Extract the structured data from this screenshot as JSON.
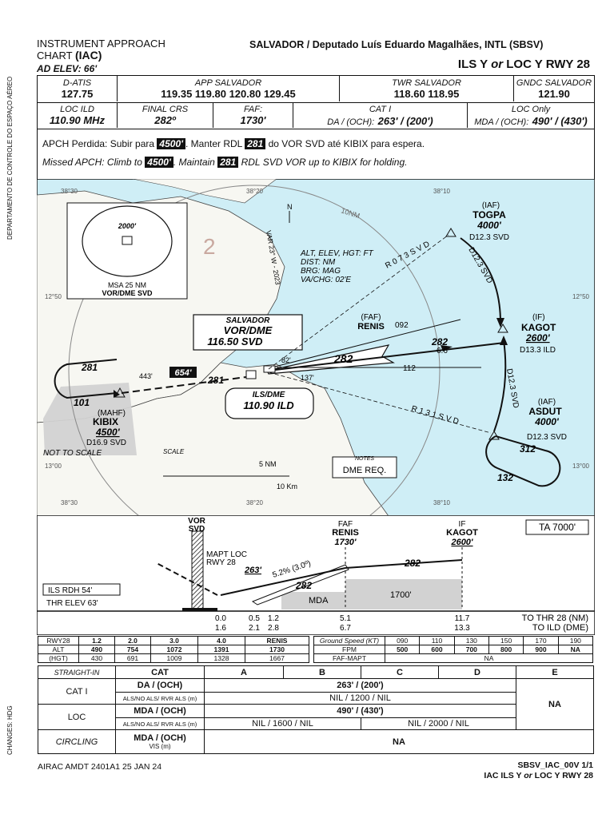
{
  "header": {
    "chart_type_line1": "INSTRUMENT APPROACH",
    "chart_type_line2": "CHART",
    "chart_abbrev": "(IAC)",
    "ad_elev": "AD ELEV: 66'",
    "airport": "SALVADOR / Deputado Luís Eduardo Magalhães, INTL (SBSV)",
    "procedure_ils": "ILS Y",
    "procedure_or": "or",
    "procedure_rest": "LOC Y RWY 28"
  },
  "side_text": {
    "left_top": "DEPARTAMENTO DE CONTROLE DO ESPAÇO AÉREO",
    "left_bottom": "CHANGES: HDG"
  },
  "comms": {
    "datis_label": "D-ATIS",
    "datis_value": "127.75",
    "app_label": "APP SALVADOR",
    "app_value": "119.35 119.80 120.80 129.45",
    "twr_label": "TWR SALVADOR",
    "twr_value": "118.60 118.95",
    "gndc_label": "GNDC SALVADOR",
    "gndc_value": "121.90"
  },
  "briefing": {
    "loc_label": "LOC ILD",
    "loc_value": "110.90 MHz",
    "crs_label": "FINAL CRS",
    "crs_value": "282º",
    "faf_label": "FAF:",
    "faf_value": "1730'",
    "cat_label": "CAT I",
    "cat_prefix": "DA / (OCH):",
    "cat_value": "263' / (200')",
    "loconly_label": "LOC Only",
    "loconly_prefix": "MDA / (OCH):",
    "loconly_value": "490' / (430')"
  },
  "missed": {
    "pt_1": "APCH Perdida: Subir para",
    "pt_alt": "4500'",
    "pt_2": ". Manter RDL",
    "pt_rdl": "281",
    "pt_3": "do VOR SVD até KIBIX para espera.",
    "en_1": "Missed APCH: Climb to",
    "en_alt": "4500'",
    "en_2": ". Maintain",
    "en_rdl": "281",
    "en_3": "RDL SVD VOR up to KIBIX for holding."
  },
  "plan": {
    "msa_alt": "2000'",
    "msa_label1": "MSA 25 NM",
    "msa_label2": "VOR/DME SVD",
    "var": "VAR 23° W - 2023",
    "north": "N",
    "legend": [
      "ALT, ELEV, HGT: FT",
      "DIST: NM",
      "BRG: MAG",
      "VA/CHG: 02'E"
    ],
    "ring": "10NM",
    "vor_title": "SALVADOR",
    "vor_name": "VOR/DME",
    "vor_freq": "116.50  SVD",
    "ils_title": "ILS/DME",
    "ils_freq": "110.90 ILD",
    "renis_role": "(FAF)",
    "renis": "RENIS",
    "togpa_role": "(IAF)",
    "togpa": "TOGPA",
    "togpa_alt": "4000'",
    "togpa_dist": "D12.3 SVD",
    "kagot_role": "(IF)",
    "kagot": "KAGOT",
    "kagot_alt": "2600'",
    "kagot_dist": "D13.3 ILD",
    "asdut_role": "(IAF)",
    "asdut": "ASDUT",
    "asdut_alt": "4000'",
    "asdut_dist": "D12.3 SVD",
    "kibix_role": "(MAHF)",
    "kibix": "KIBIX",
    "kibix_alt": "4500'",
    "kibix_dist": "D16.9 SVD",
    "not_to_scale": "NOT TO SCALE",
    "r073": "R 0 7 3  S V D",
    "r131": "R 1 3 1  S V D",
    "d123_top": "D12.3 SVD",
    "d123_bot": "D12.3 SVD",
    "hold_in": "281",
    "hold_out": "101",
    "obst": "443'",
    "ma_alt": "654'",
    "ma_crs": "281",
    "final_crs": "282",
    "final_crs2": "282",
    "dist66": "6.6",
    "brg092": "092",
    "brg112": "112",
    "obst82": "82'",
    "obst137": "137'",
    "hold312": "312",
    "hold132": "132",
    "scale_label": "SCALE",
    "scale_nm": "5 NM",
    "scale_km": "10 Km",
    "notes_title": "NOTES",
    "notes_text": "DME REQ.",
    "msa_sector": "2",
    "grid_lbls": [
      "38°30",
      "38°20",
      "38°10",
      "12°50",
      "13°00",
      "12°50",
      "13°00",
      "38°30",
      "38°20",
      "38°10"
    ]
  },
  "profile": {
    "vor_title": "VOR",
    "vor_name": "SVD",
    "faf_role": "FAF",
    "faf_name": "RENIS",
    "faf_alt": "1730'",
    "if_role": "IF",
    "if_name": "KAGOT",
    "if_alt": "2600'",
    "ta": "TA 7000'",
    "mapt": "MAPT LOC",
    "mapt_rwy": "RWY 28",
    "da": "263'",
    "gs": "5.2% (3.0º)",
    "crs1": "282",
    "crs2": "282",
    "mda": "MDA",
    "alt1700": "1700'",
    "rdh": "ILS RDH 54'",
    "thr": "THR ELEV 63'",
    "dist_thr": [
      "0.0",
      "0.5",
      "1.2",
      "5.1",
      "11.7"
    ],
    "dist_dme": [
      "1.6",
      "2.1",
      "2.8",
      "6.7",
      "13.3"
    ],
    "to_thr": "TO THR 28 (NM)",
    "to_ild": "TO ILD (DME)"
  },
  "alt_table": {
    "rows": [
      [
        "RWY28",
        "1.2",
        "2.0",
        "3.0",
        "4.0",
        "RENIS"
      ],
      [
        "ALT",
        "490",
        "754",
        "1072",
        "1391",
        "1730"
      ],
      [
        "(HGT)",
        "430",
        "691",
        "1009",
        "1328",
        "1667"
      ]
    ]
  },
  "gs_table": {
    "head": [
      "Ground Speed  (KT)",
      "090",
      "110",
      "130",
      "150",
      "170",
      "190"
    ],
    "fpm": [
      "FPM",
      "500",
      "600",
      "700",
      "800",
      "900",
      "NA"
    ],
    "faf_mapt": [
      "FAF-MAPT",
      "NA"
    ]
  },
  "minima": {
    "head": [
      "STRAIGHT-IN",
      "CAT",
      "A",
      "B",
      "C",
      "D",
      "E"
    ],
    "cat1": "CAT I",
    "cat1_da": "DA / (OCH)",
    "cat1_da_val": "263' / (200')",
    "cat1_vis": "ALS/NO ALS/ RVR ALS (m)",
    "cat1_vis_val": "NIL / 1200 / NIL",
    "loc": "LOC",
    "loc_mda": "MDA / (OCH)",
    "loc_mda_val": "490' / (430')",
    "loc_vis": "ALS/NO ALS/ RVR ALS (m)",
    "loc_vis_ab": "NIL / 1600 / NIL",
    "loc_vis_cd": "NIL / 2000 / NIL",
    "e_val": "NA",
    "circ": "CIRCLING",
    "circ_mda": "MDA / (OCH)",
    "circ_vis": "VIS (m)",
    "circ_val": "NA"
  },
  "footer": {
    "airac": "AIRAC AMDT 2401A1  25 JAN 24",
    "code": "SBSV_IAC_00V 1/1",
    "title_ils": "IAC ILS Y",
    "title_or": "or",
    "title_rest": "LOC Y RWY 28"
  },
  "colors": {
    "water": "#cfeef6",
    "shade": "#d2d2d2",
    "ink": "#111111"
  }
}
